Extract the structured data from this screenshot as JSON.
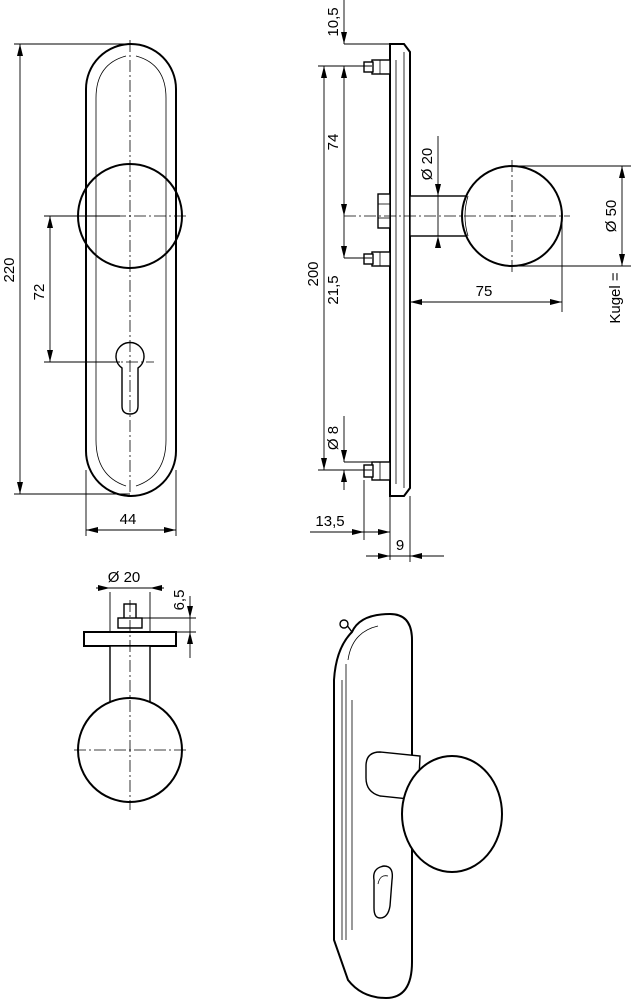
{
  "front_view": {
    "dim_height": "220",
    "dim_knob_to_cylinder": "72",
    "dim_width": "44"
  },
  "side_view": {
    "dim_top_offset": "10,5",
    "dim_upper_spacing": "74",
    "dim_spindle_diameter": "Ø 20",
    "dim_knob_diameter": "Ø 50",
    "dim_overall_spacing": "200",
    "dim_lower_offset": "21,5",
    "dim_projection": "75",
    "note_kugel": "Kugel =",
    "dim_screw_diameter": "Ø 8",
    "dim_bottom_offset": "13,5",
    "dim_plate_thickness": "9"
  },
  "top_view": {
    "dim_rose_diameter": "Ø 20",
    "dim_spindle_length": "6,5"
  }
}
